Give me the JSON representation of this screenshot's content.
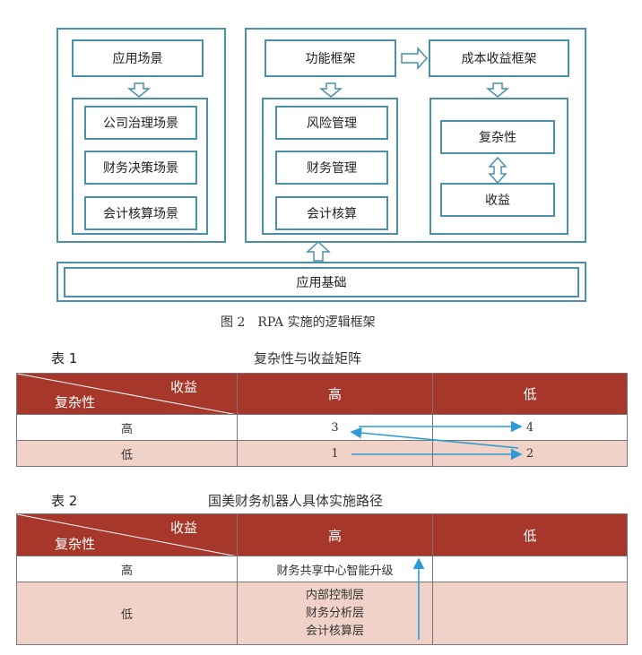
{
  "figure": {
    "left_top_box": "应用场景",
    "left_list": [
      "公司治理场景",
      "财务决策场景",
      "会计核算场景"
    ],
    "func_box": "功能框架",
    "cost_box": "成本收益框架",
    "func_list": [
      "风险管理",
      "财务管理",
      "会计核算"
    ],
    "complexity_box": "复杂性",
    "benefit_box": "收益",
    "base_box": "应用基础",
    "caption": "图 2　RPA 实施的逻辑框架"
  },
  "table1": {
    "label": "表 1",
    "title": "复杂性与收益矩阵",
    "corner_top": "收益",
    "corner_bottom": "复杂性",
    "col_headers": [
      "高",
      "低"
    ],
    "rows": [
      {
        "label": "高",
        "cells": [
          "3",
          "4"
        ]
      },
      {
        "label": "低",
        "cells": [
          "1",
          "2"
        ]
      }
    ]
  },
  "table2": {
    "label": "表 2",
    "title": "国美财务机器人具体实施路径",
    "corner_top": "收益",
    "corner_bottom": "复杂性",
    "col_headers": [
      "高",
      "低"
    ],
    "rows": [
      {
        "label": "高",
        "cells": [
          "财务共享中心智能升级",
          ""
        ]
      },
      {
        "label": "低",
        "cells": [
          "内部控制层",
          "财务分析层",
          "会计核算层"
        ]
      }
    ]
  },
  "colors": {
    "box_border": "#4a90a8",
    "header_bg": "#a7372b",
    "row_pink": "#f0d2c8",
    "arrow": "#2f9bd6"
  }
}
